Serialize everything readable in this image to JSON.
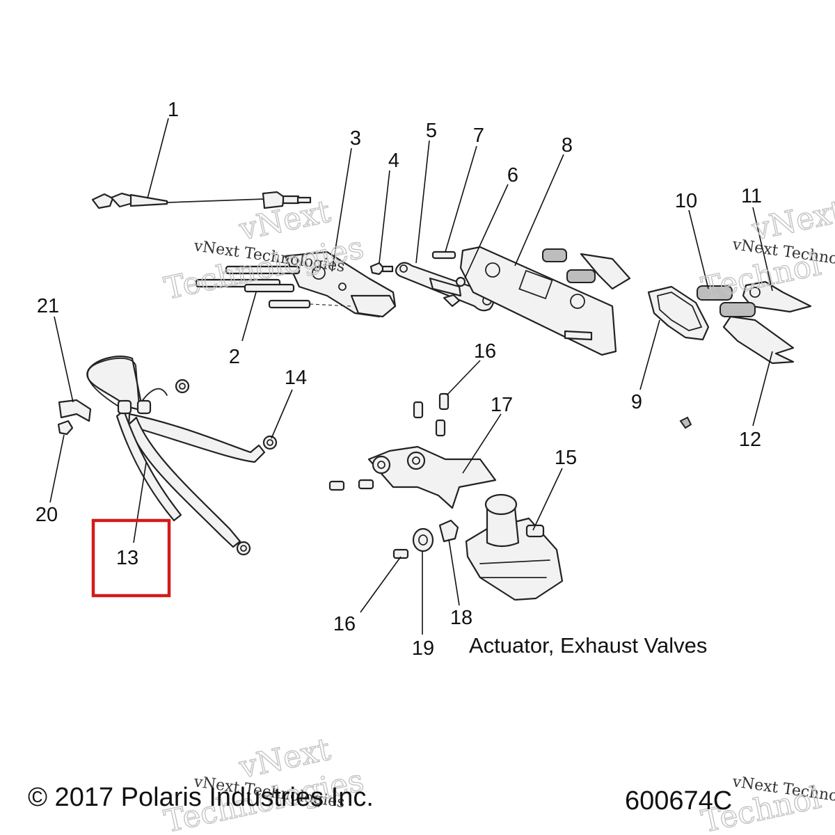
{
  "callouts": [
    {
      "id": "1",
      "label": "1"
    },
    {
      "id": "2",
      "label": "2"
    },
    {
      "id": "3",
      "label": "3"
    },
    {
      "id": "4",
      "label": "4"
    },
    {
      "id": "5",
      "label": "5"
    },
    {
      "id": "6",
      "label": "6"
    },
    {
      "id": "7",
      "label": "7"
    },
    {
      "id": "8",
      "label": "8"
    },
    {
      "id": "9",
      "label": "9"
    },
    {
      "id": "10",
      "label": "10"
    },
    {
      "id": "11",
      "label": "11"
    },
    {
      "id": "12",
      "label": "12"
    },
    {
      "id": "13",
      "label": "13"
    },
    {
      "id": "14",
      "label": "14"
    },
    {
      "id": "15",
      "label": "15"
    },
    {
      "id": "16a",
      "label": "16"
    },
    {
      "id": "16b",
      "label": "16"
    },
    {
      "id": "17",
      "label": "17"
    },
    {
      "id": "18",
      "label": "18"
    },
    {
      "id": "19",
      "label": "19"
    },
    {
      "id": "20",
      "label": "20"
    },
    {
      "id": "21",
      "label": "21"
    }
  ],
  "caption": "Actuator, Exhaust Valves",
  "copyright": "© 2017 Polaris Industries Inc.",
  "diagram_number": "600674C",
  "highlighted_callout": "13",
  "watermark": {
    "line1": "vNext Technologies",
    "big_top": "vNext",
    "big_bottom": "Technologies",
    "right_small": "vNext Techno",
    "right_big_top": "vNext",
    "right_big_bottom": "Technol"
  },
  "colors": {
    "highlight": "#d41a1a",
    "ink": "#111111",
    "part_fill": "#f2f2f2"
  }
}
